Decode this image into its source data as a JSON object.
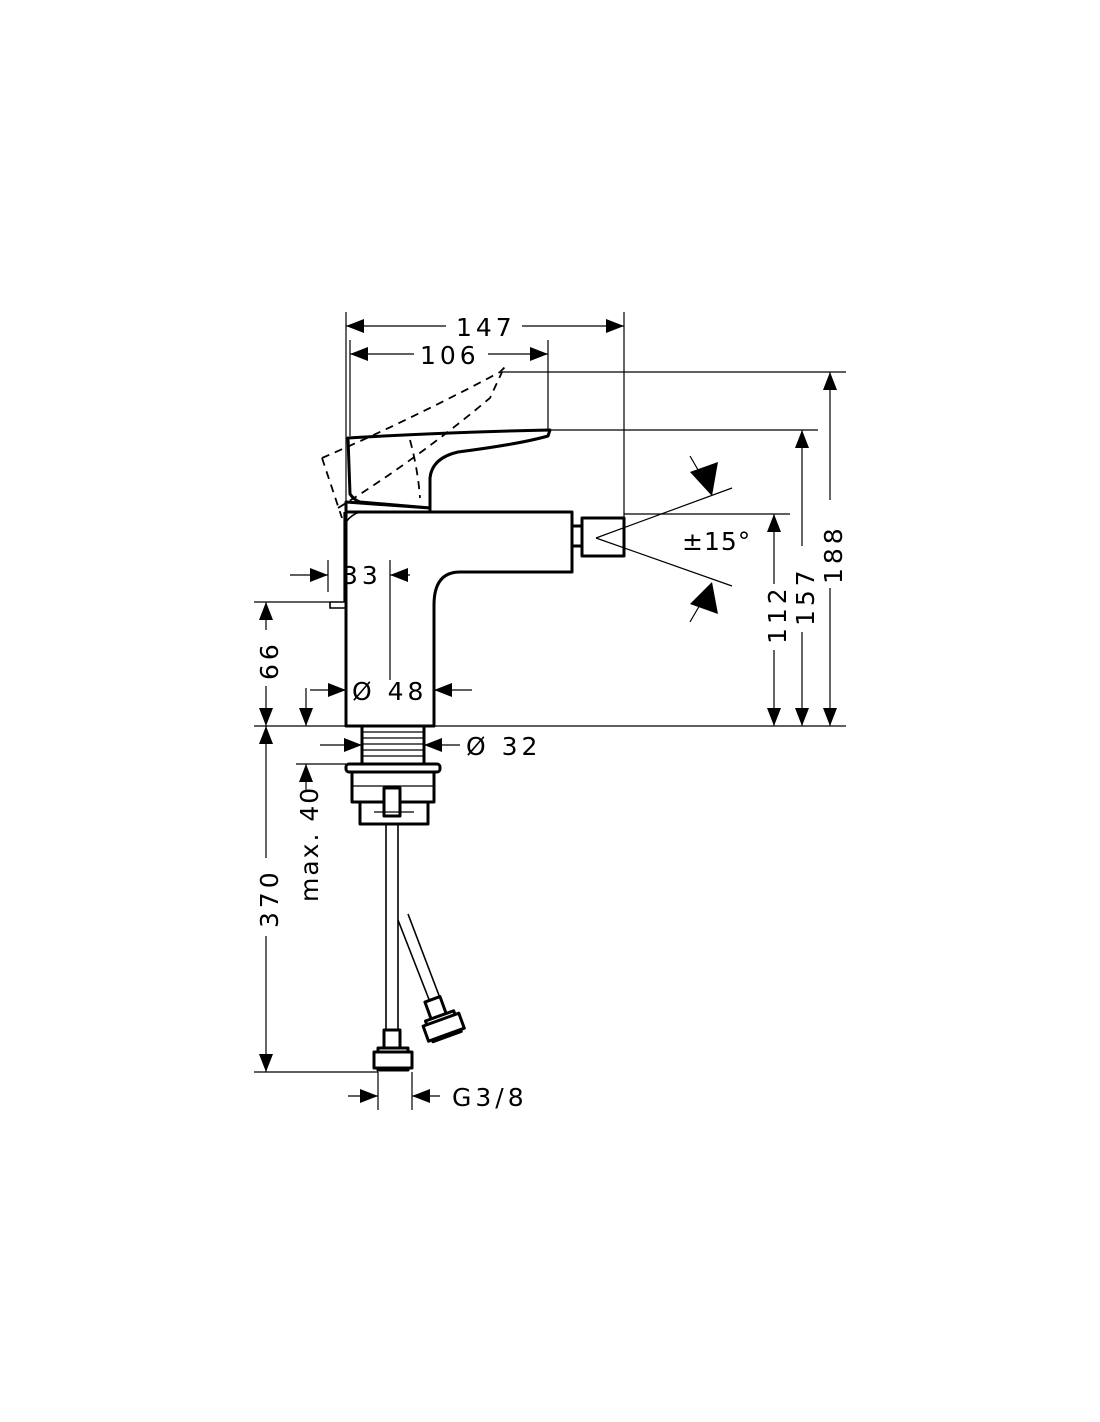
{
  "diagram": {
    "background_color": "#ffffff",
    "line_color": "#000000",
    "dimensions": {
      "overall_width": "147",
      "lever_width": "106",
      "total_height": "188",
      "lever_height": "157",
      "spout_height": "112",
      "spray_angle": "±15°",
      "lever_offset": "33",
      "drain_height": "66",
      "body_diameter": "Ø 48",
      "shank_diameter": "Ø 32",
      "max_thickness": "max. 40",
      "hose_length": "370",
      "thread": "G3/8"
    }
  }
}
